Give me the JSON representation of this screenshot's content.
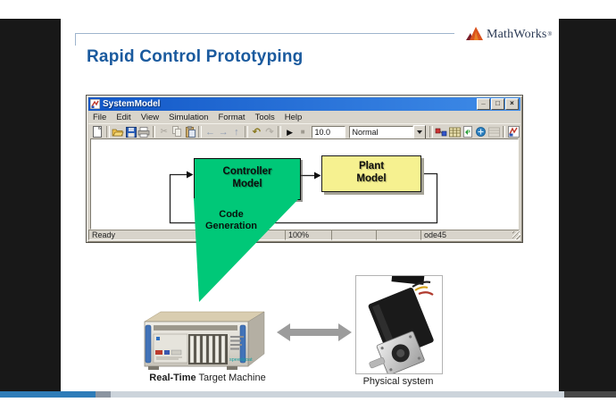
{
  "colors": {
    "accent": "#1a5a9e",
    "block-green": "#00c878",
    "block-yellow": "#f6f190",
    "titlebar-a": "#1257c7",
    "titlebar-b": "#3f8ce8",
    "progress-blue": "#2e7cb8"
  },
  "slide": {
    "title": "Rapid Control Prototyping",
    "brand": "MathWorks",
    "brand_mark": "®"
  },
  "window": {
    "title": "SystemModel",
    "controls": {
      "minimize": "_",
      "maximize": "□",
      "close": "×"
    },
    "menu": [
      "File",
      "Edit",
      "View",
      "Simulation",
      "Format",
      "Tools",
      "Help"
    ],
    "toolbar": {
      "sim_stop_time": "10.0",
      "simulation_mode": "Normal"
    },
    "canvas": {
      "controller_block": [
        "Controller",
        "Model"
      ],
      "plant_block": [
        "Plant",
        "Model"
      ]
    },
    "status": {
      "state": "Ready",
      "zoom": "100%",
      "solver": "ode45"
    }
  },
  "annotation": {
    "code_generation": [
      "Code",
      "Generation"
    ]
  },
  "hardware": {
    "target_machine_label_bold": "Real-Time",
    "target_machine_label_rest": " Target Machine",
    "target_machine_brand": "speedgoat",
    "physical_system_label": "Physical system"
  },
  "icons": {
    "cut": "✂",
    "back": "←",
    "forward": "→",
    "up": "↑",
    "undo": "↶",
    "redo": "↷",
    "play": "▶",
    "stop": "■"
  },
  "toolbar_icon_names": [
    "new",
    "open",
    "save",
    "print",
    "cut",
    "copy",
    "paste",
    "back",
    "forward",
    "up",
    "undo",
    "redo",
    "play",
    "stop",
    "library-browser",
    "model-browser",
    "update-diagram",
    "build",
    "toolbox-disabled",
    "simulink-library"
  ]
}
